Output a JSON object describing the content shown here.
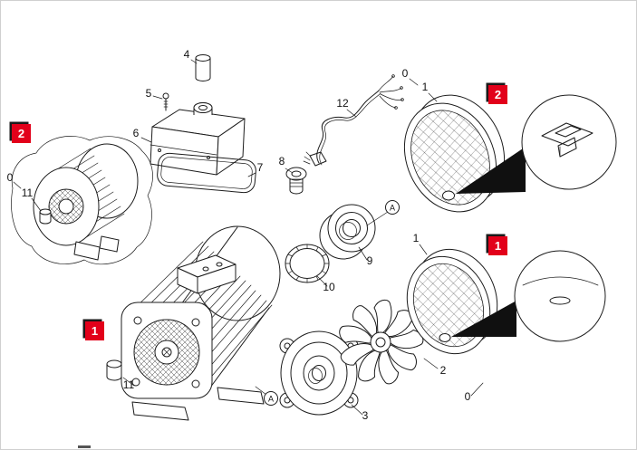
{
  "colors": {
    "background": "#ffffff",
    "line": "#1c1c1c",
    "badge_red": "#e2001a",
    "badge_shadow": "#1a1a1a",
    "badge_text": "#ffffff"
  },
  "badges": {
    "stator": "2",
    "motor": "1",
    "housing_top": "2",
    "housing_bottom": "1"
  },
  "labels": {
    "stator_ref": "0",
    "stator_pin": "11",
    "screw": "5",
    "capacitor": "4",
    "terminal_box": "6",
    "gasket": "7",
    "cable_gland": "8",
    "cable": "12",
    "callout_a_top": "A",
    "bearing": "9",
    "ring": "10",
    "motor_pin": "11",
    "callout_a_bottom": "A",
    "bearing_shield": "3",
    "fan": "2",
    "fan_ref": "0",
    "housing_top_ref": "0",
    "housing_top_part": "1",
    "housing_bottom_part": "1"
  }
}
